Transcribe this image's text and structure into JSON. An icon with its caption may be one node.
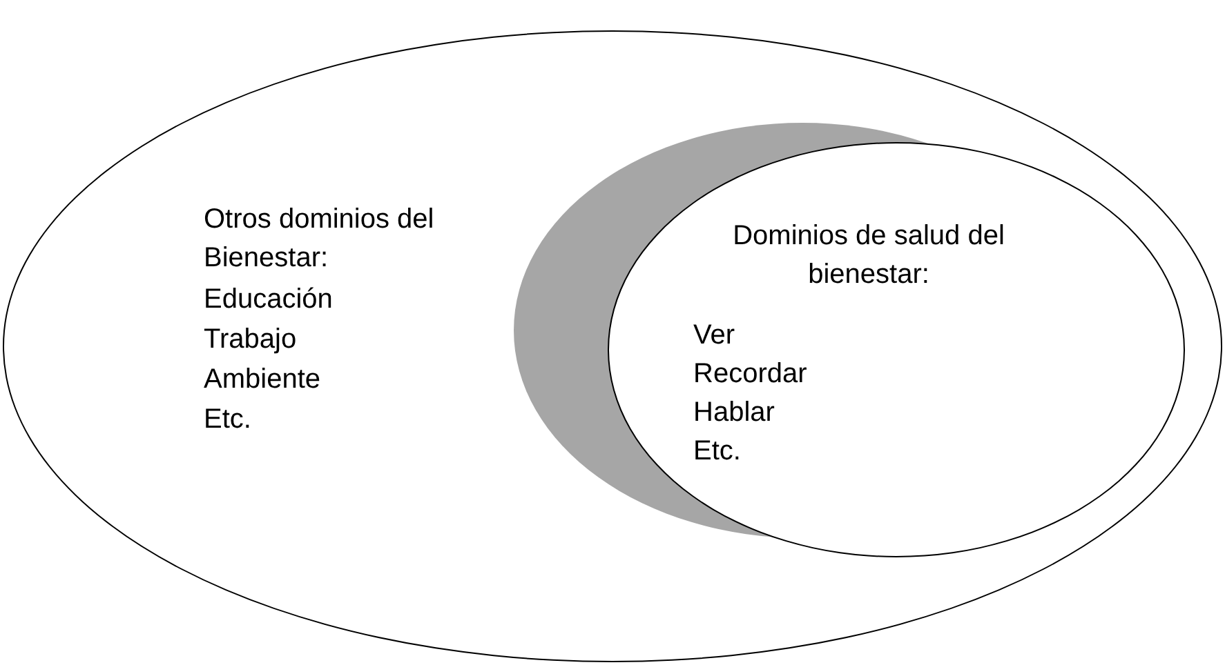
{
  "diagram": {
    "nodes": [
      {
        "text": [
          "Otros dominios del Bienestar:",
          "Educación",
          "Trabajo",
          "Ambiente",
          "Etc."
        ]
      },
      {
        "text": [
          "Dominios de salud del bienestar:",
          "Ver",
          "Recordar",
          "Hablar",
          "Etc."
        ],
        "in": 0
      }
    ]
  }
}
